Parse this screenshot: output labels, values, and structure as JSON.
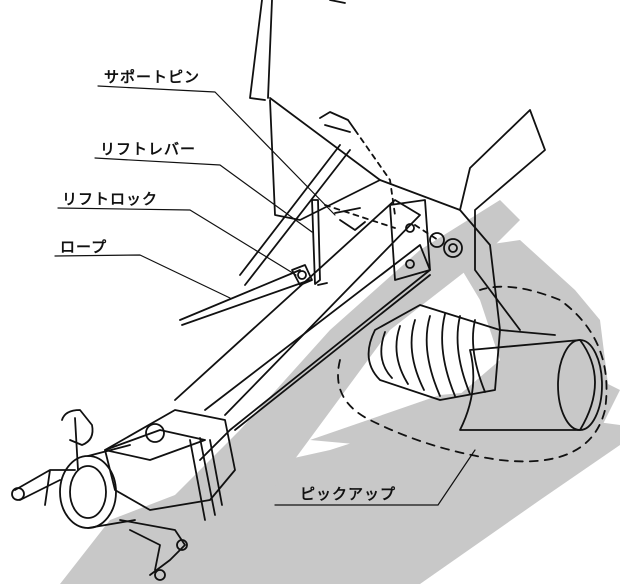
{
  "diagram": {
    "labels": {
      "support_pin": "サポートピン",
      "lift_lever": "リフトレバー",
      "lift_lock": "リフトロック",
      "rope": "ロープ",
      "pickup": "ピックアップ"
    },
    "shadow_color": "#c8c8c8",
    "line_color": "#111111"
  }
}
